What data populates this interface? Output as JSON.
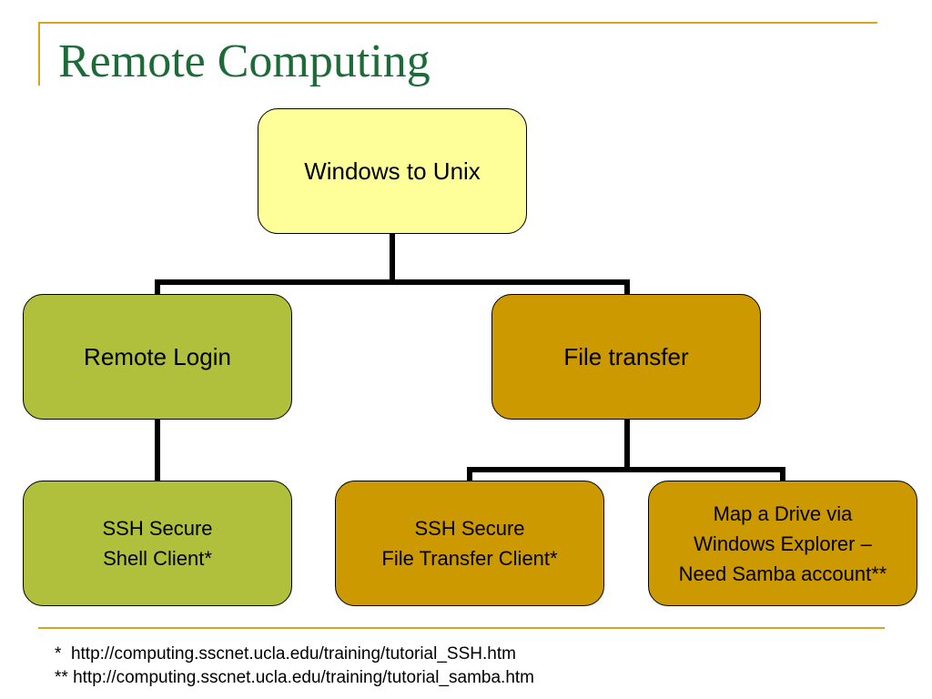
{
  "slide": {
    "title": "Remote Computing"
  },
  "diagram": {
    "root": "Windows to Unix",
    "branches": [
      {
        "label": "Remote Login",
        "children": [
          "SSH Secure\nShell Client*"
        ]
      },
      {
        "label": "File transfer",
        "children": [
          "SSH Secure\nFile Transfer Client*",
          "Map a Drive via\nWindows Explorer –\nNeed Samba account**"
        ]
      }
    ],
    "colors": {
      "root_fill": "#ffff99",
      "remote_login_fill": "#b0bf3c",
      "file_transfer_fill": "#cc9900",
      "title_color": "#1e6b3a",
      "accent_line": "#d9a520"
    }
  },
  "footnotes": [
    "*  http://computing.sscnet.ucla.edu/training/tutorial_SSH.htm",
    "** http://computing.sscnet.ucla.edu/training/tutorial_samba.htm"
  ]
}
